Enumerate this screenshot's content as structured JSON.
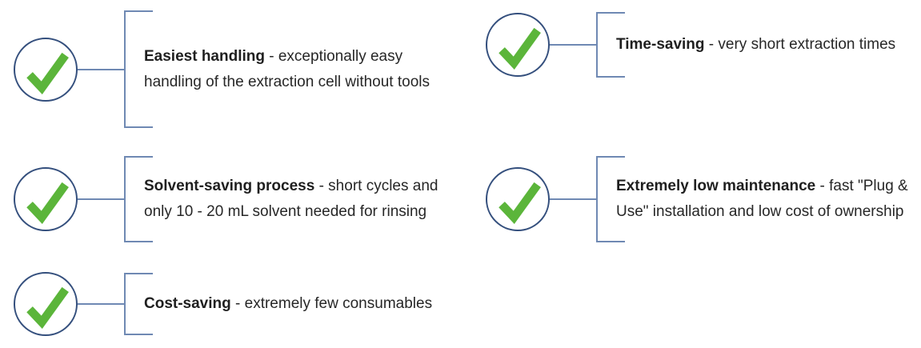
{
  "colors": {
    "checkmark_green": "#5bb53a",
    "circle_border_navy": "#344f7d",
    "connector_line_blue": "#6f89b3",
    "text_color": "#272727",
    "background": "#ffffff"
  },
  "icons": {
    "checkmark": "✓"
  },
  "items": [
    {
      "title": "Easiest handling",
      "description": " - exceptionally easy handling of the extraction cell without tools",
      "column": "left"
    },
    {
      "title": "Solvent-saving process",
      "description": " - short cycles and only 10 - 20 mL solvent needed for rinsing",
      "column": "left"
    },
    {
      "title": "Cost-saving",
      "description": " - extremely few consumables",
      "column": "left"
    },
    {
      "title": "Time-saving",
      "description": " - very short extraction times",
      "column": "right"
    },
    {
      "title": "Extremely low maintenance",
      "description": " - fast \"Plug & Use\" installation and low cost of ownership",
      "column": "right"
    }
  ]
}
